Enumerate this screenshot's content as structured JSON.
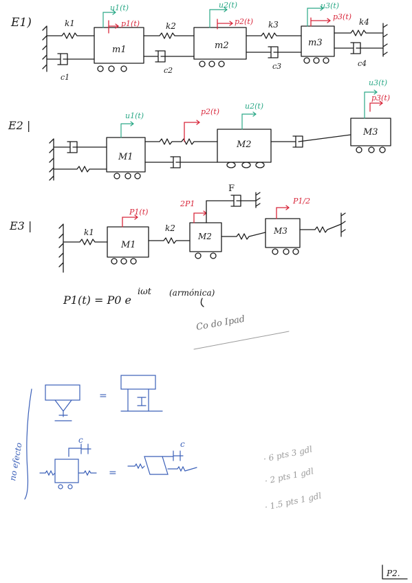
{
  "page": {
    "colors": {
      "ink": "#1a1a1a",
      "red": "#d8263a",
      "green": "#2aa886",
      "blue": "#3a5fb8",
      "gray": "#9a9a9a"
    },
    "e1": {
      "label": "E1)",
      "springs": [
        "k1",
        "k2",
        "k3",
        "k4"
      ],
      "dampers": [
        "c1",
        "c2",
        "c3",
        "c4"
      ],
      "masses": [
        "m1",
        "m2",
        "m3"
      ],
      "displacements": [
        "u1(t)",
        "u2(t)",
        "u3(t)"
      ],
      "forces": [
        "p1(t)",
        "p2(t)",
        "p3(t)"
      ]
    },
    "e2": {
      "label": "E2 |",
      "masses": [
        "M1",
        "M2",
        "M3"
      ],
      "displacements": [
        "u1(t)",
        "u2(t)",
        "u3(t)"
      ],
      "forces": [
        "p2(t)",
        "p3(t)"
      ]
    },
    "e3": {
      "label": "E3 |",
      "springs": [
        "k1",
        "k2"
      ],
      "masses": [
        "M1",
        "M2",
        "M3"
      ],
      "forces": [
        "P1(t)",
        "2P1",
        "P1/2"
      ],
      "damper_label": "F"
    },
    "formula": {
      "lhs": "P1(t) = P0 e",
      "exponent": "iωt",
      "note": "(armónica)"
    },
    "note_below": "Co do Ipad",
    "side_note": "no efecto",
    "equiv_labels": {
      "c_top": "c",
      "c_right": "c",
      "equals": "="
    },
    "gray_notes": [
      "· 6 pts  3 gdl",
      "· 2 pts  1 gdl",
      "· 1.5 pts  1 gdl"
    ],
    "page_number": "P2."
  }
}
